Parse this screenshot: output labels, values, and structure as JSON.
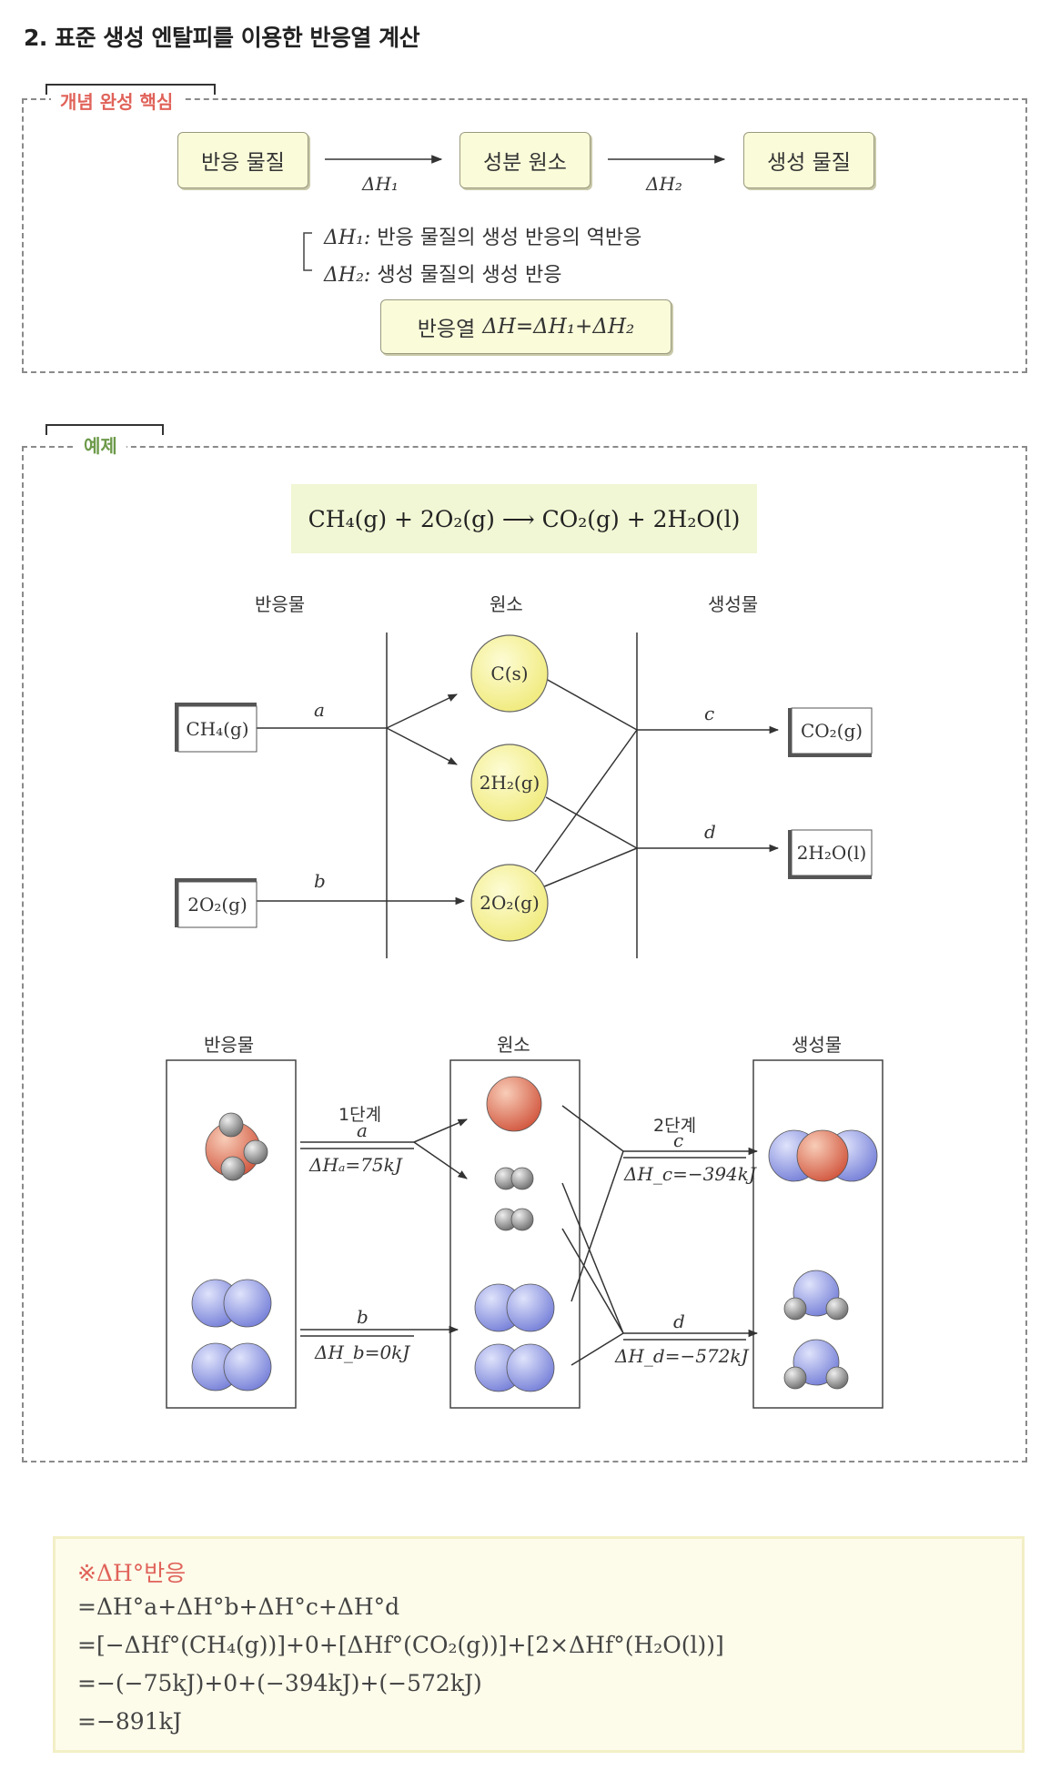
{
  "title": "2. 표준 생성 엔탈피를 이용한 반응열 계산",
  "concept": {
    "tag": "개념 완성 핵심",
    "box_reactant": "반응 물질",
    "box_element": "성분 원소",
    "box_product": "생성 물질",
    "dh1": "ΔH₁",
    "dh2": "ΔH₂",
    "def1_sym": "ΔH₁:",
    "def1_text": "반응 물질의 생성 반응의 역반응",
    "def2_sym": "ΔH₂:",
    "def2_text": "생성 물질의 생성 반응",
    "formula_prefix": "반응열",
    "formula": "ΔH=ΔH₁+ΔH₂"
  },
  "example": {
    "tag": "예제",
    "equation": "CH₄(g) + 2O₂(g) ⟶ CO₂(g) + 2H₂O(l)",
    "diagram1": {
      "col_reactant": "반응물",
      "col_element": "원소",
      "col_product": "생성물",
      "reactant1": "CH₄(g)",
      "reactant2": "2O₂(g)",
      "element1": "C(s)",
      "element2": "2H₂(g)",
      "element3": "2O₂(g)",
      "product1": "CO₂(g)",
      "product2": "2H₂O(l)",
      "path_a": "a",
      "path_b": "b",
      "path_c": "c",
      "path_d": "d"
    },
    "diagram2": {
      "col_reactant": "반응물",
      "col_element": "원소",
      "col_product": "생성물",
      "step1": "1단계",
      "step1_letter": "a",
      "dHa": "ΔHₐ=75kJ",
      "step_b": "b",
      "dHb": "ΔH_b=0kJ",
      "step2": "2단계",
      "step2_letter": "c",
      "dHc": "ΔH_c=−394kJ",
      "step_d": "d",
      "dHd": "ΔH_d=−572kJ"
    }
  },
  "note": {
    "line1": "※ΔH°반응",
    "line2": "=ΔH°a+ΔH°b+ΔH°c+ΔH°d",
    "line3": "=[−ΔHf°(CH₄(g))]+0+[ΔHf°(CO₂(g))]+[2×ΔHf°(H₂O(l))]",
    "line4": "=−(−75kJ)+0+(−394kJ)+(−572kJ)",
    "line5": "=−891kJ"
  },
  "colors": {
    "box_fill": "#fafbd9",
    "sphere_yellow": "#f6f29b",
    "note_red": "#e0635a",
    "tag_concept": "#e0635a",
    "tag_example": "#6d9a4a",
    "carbon": "#d9694f",
    "hydrogen": "#9a9a9a",
    "oxygen": "#8b93e0"
  }
}
